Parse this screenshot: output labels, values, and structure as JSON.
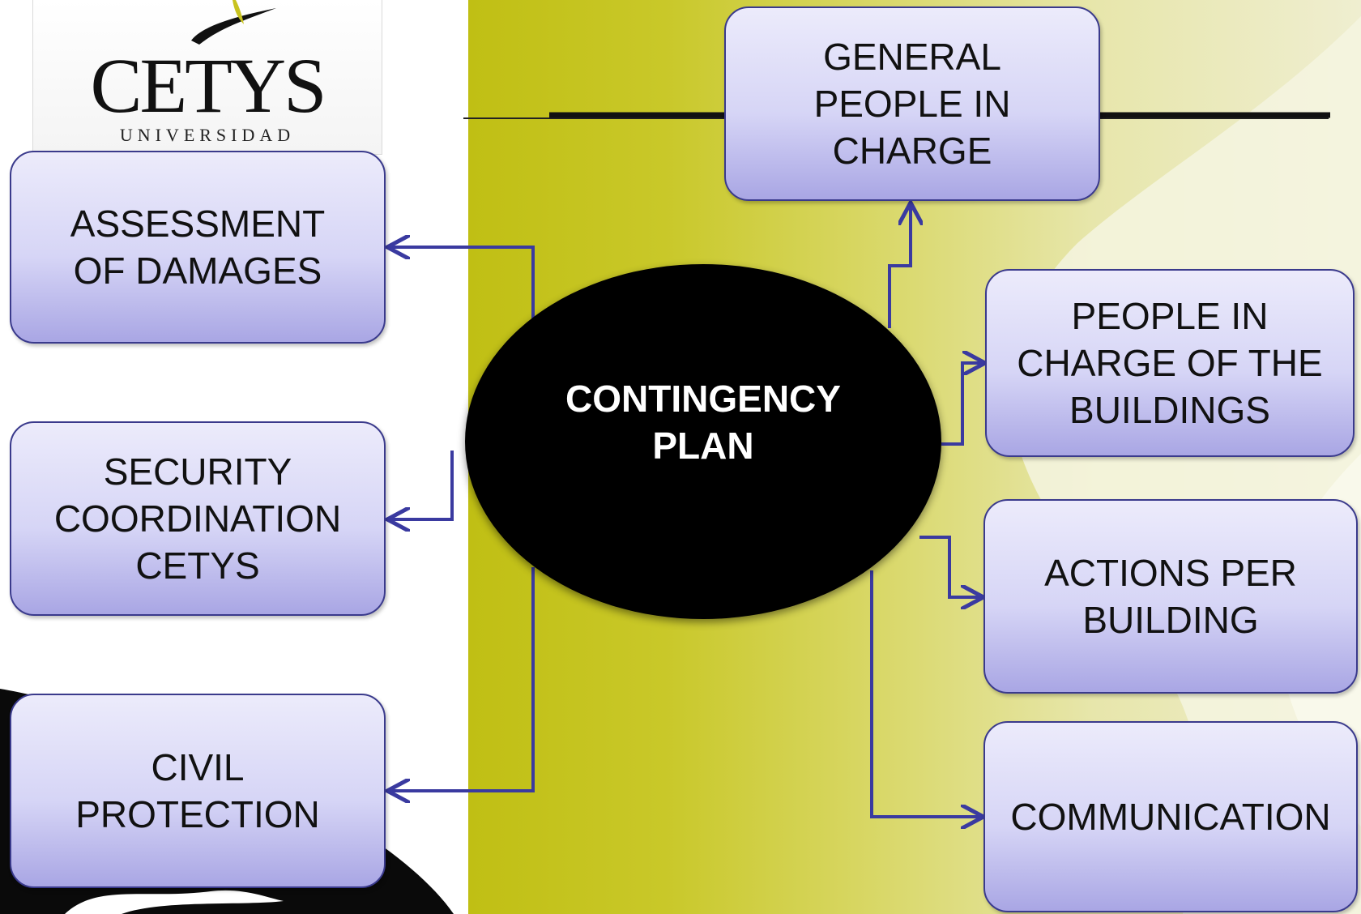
{
  "logo": {
    "name": "CETYS",
    "subtitle": "UNIVERSIDAD"
  },
  "center": {
    "label": "CONTINGENCY\nPLAN"
  },
  "left_boxes": [
    {
      "label": "ASSESSMENT\nOF DAMAGES"
    },
    {
      "label": "SECURITY\nCOORDINATION\nCETYS"
    },
    {
      "label": "CIVIL\nPROTECTION"
    }
  ],
  "right_boxes": [
    {
      "label": "GENERAL\nPEOPLE IN\nCHARGE"
    },
    {
      "label": "PEOPLE IN\nCHARGE OF THE\nBUILDINGS"
    },
    {
      "label": "ACTIONS PER\nBUILDING"
    },
    {
      "label": "COMMUNICATION"
    }
  ],
  "colors": {
    "connector": "#3a3aa0",
    "band_olive": "#c3c21c",
    "band_light": "#e6e5a4",
    "box_fill_top": "#ecebfb",
    "box_fill_bottom": "#a9a6e4"
  }
}
